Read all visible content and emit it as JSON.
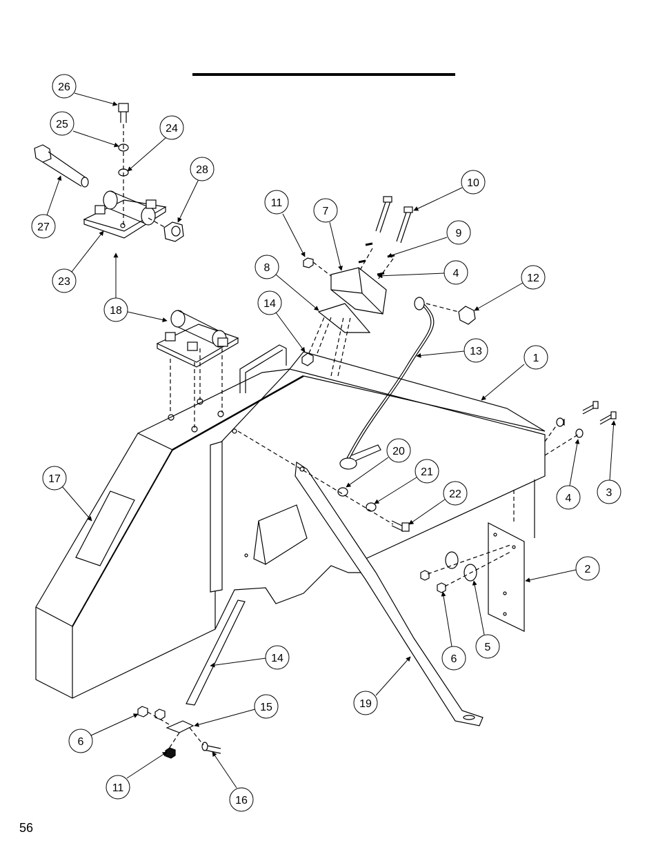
{
  "page": {
    "number": "56"
  },
  "callouts": [
    {
      "id": "c26",
      "label": "26"
    },
    {
      "id": "c25",
      "label": "25"
    },
    {
      "id": "c24",
      "label": "24"
    },
    {
      "id": "c28",
      "label": "28"
    },
    {
      "id": "c27",
      "label": "27"
    },
    {
      "id": "c23",
      "label": "23"
    },
    {
      "id": "c18",
      "label": "18"
    },
    {
      "id": "c11a",
      "label": "11"
    },
    {
      "id": "c7",
      "label": "7"
    },
    {
      "id": "c10",
      "label": "10"
    },
    {
      "id": "c9",
      "label": "9"
    },
    {
      "id": "c8",
      "label": "8"
    },
    {
      "id": "c4a",
      "label": "4"
    },
    {
      "id": "c12",
      "label": "12"
    },
    {
      "id": "c14a",
      "label": "14"
    },
    {
      "id": "c13",
      "label": "13"
    },
    {
      "id": "c1",
      "label": "1"
    },
    {
      "id": "c17",
      "label": "17"
    },
    {
      "id": "c20",
      "label": "20"
    },
    {
      "id": "c21",
      "label": "21"
    },
    {
      "id": "c22",
      "label": "22"
    },
    {
      "id": "c4b",
      "label": "4"
    },
    {
      "id": "c3",
      "label": "3"
    },
    {
      "id": "c2",
      "label": "2"
    },
    {
      "id": "c5",
      "label": "5"
    },
    {
      "id": "c6a",
      "label": "6"
    },
    {
      "id": "c14b",
      "label": "14"
    },
    {
      "id": "c15",
      "label": "15"
    },
    {
      "id": "c6b",
      "label": "6"
    },
    {
      "id": "c19",
      "label": "19"
    },
    {
      "id": "c11b",
      "label": "11"
    },
    {
      "id": "c16",
      "label": "16"
    }
  ]
}
